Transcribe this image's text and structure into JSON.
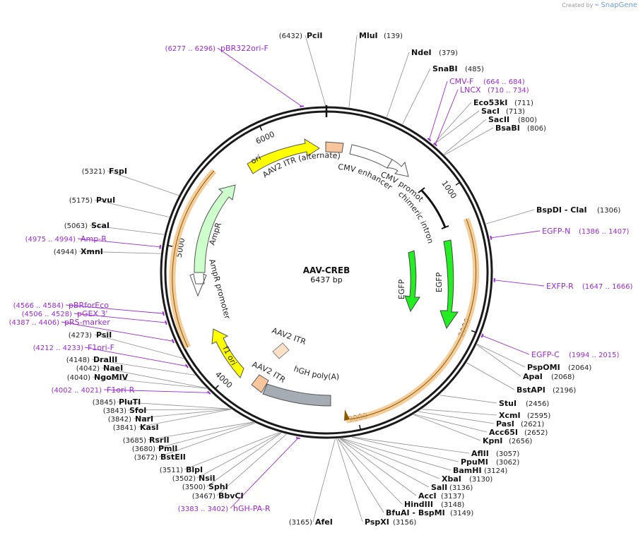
{
  "credit": {
    "prefix": "Created by",
    "brand": "SnapGene"
  },
  "plasmid": {
    "name": "AAV-CREB",
    "size_label": "6437 bp",
    "length": 6437
  },
  "ticks": [
    {
      "pos": 1000,
      "label": "1000"
    },
    {
      "pos": 2000,
      "label": "2000"
    },
    {
      "pos": 3000,
      "label": "3000"
    },
    {
      "pos": 4000,
      "label": "4000"
    },
    {
      "pos": 5000,
      "label": "5000"
    },
    {
      "pos": 6000,
      "label": "6000"
    }
  ],
  "sites": [
    {
      "name": "PciI",
      "pos": "(6432)",
      "bp": 6432
    },
    {
      "name": "MluI",
      "pos": "(139)",
      "bp": 139
    },
    {
      "name": "NdeI",
      "pos": "(379)",
      "bp": 379
    },
    {
      "name": "SnaBI",
      "pos": "(485)",
      "bp": 485
    },
    {
      "name": "Eco53kI",
      "pos": "(711)",
      "bp": 711
    },
    {
      "name": "SacI",
      "pos": "(713)",
      "bp": 713
    },
    {
      "name": "SacII",
      "pos": "(800)",
      "bp": 800
    },
    {
      "name": "BsaBI",
      "pos": "(806)",
      "bp": 806
    },
    {
      "name": "BspDI - ClaI",
      "pos": "(1306)",
      "bp": 1306
    },
    {
      "name": "PspOMI",
      "pos": "(2064)",
      "bp": 2064
    },
    {
      "name": "ApaI",
      "pos": "(2068)",
      "bp": 2068
    },
    {
      "name": "BstAPI",
      "pos": "(2196)",
      "bp": 2196
    },
    {
      "name": "StuI",
      "pos": "(2456)",
      "bp": 2456
    },
    {
      "name": "XcmI",
      "pos": "(2595)",
      "bp": 2595
    },
    {
      "name": "PasI",
      "pos": "(2621)",
      "bp": 2621
    },
    {
      "name": "Acc65I",
      "pos": "(2652)",
      "bp": 2652
    },
    {
      "name": "KpnI",
      "pos": "(2656)",
      "bp": 2656
    },
    {
      "name": "AflII",
      "pos": "(3057)",
      "bp": 3057
    },
    {
      "name": "PpuMI",
      "pos": "(3062)",
      "bp": 3062
    },
    {
      "name": "BamHI",
      "pos": "(3124)",
      "bp": 3124
    },
    {
      "name": "XbaI",
      "pos": "(3130)",
      "bp": 3130
    },
    {
      "name": "SalI",
      "pos": "(3136)",
      "bp": 3136
    },
    {
      "name": "AccI",
      "pos": "(3137)",
      "bp": 3137
    },
    {
      "name": "HindIII",
      "pos": "(3148)",
      "bp": 3148
    },
    {
      "name": "BfuAI - BspMI",
      "pos": "(3149)",
      "bp": 3149
    },
    {
      "name": "PspXI",
      "pos": "(3156)",
      "bp": 3156
    },
    {
      "name": "AfeI",
      "pos": "(3165)",
      "bp": 3165
    },
    {
      "name": "BbvCI",
      "pos": "(3467)",
      "bp": 3467
    },
    {
      "name": "SphI",
      "pos": "(3500)",
      "bp": 3500
    },
    {
      "name": "NsiI",
      "pos": "(3502)",
      "bp": 3502
    },
    {
      "name": "BlpI",
      "pos": "(3511)",
      "bp": 3511
    },
    {
      "name": "BstEII",
      "pos": "(3672)",
      "bp": 3672
    },
    {
      "name": "PmlI",
      "pos": "(3680)",
      "bp": 3680
    },
    {
      "name": "RsrII",
      "pos": "(3685)",
      "bp": 3685
    },
    {
      "name": "KasI",
      "pos": "(3841)",
      "bp": 3841
    },
    {
      "name": "NarI",
      "pos": "(3842)",
      "bp": 3842
    },
    {
      "name": "SfoI",
      "pos": "(3843)",
      "bp": 3843
    },
    {
      "name": "PluTI",
      "pos": "(3845)",
      "bp": 3845
    },
    {
      "name": "NgoMIV",
      "pos": "(4040)",
      "bp": 4040
    },
    {
      "name": "NaeI",
      "pos": "(4042)",
      "bp": 4042
    },
    {
      "name": "DraIII",
      "pos": "(4148)",
      "bp": 4148
    },
    {
      "name": "PsiI",
      "pos": "(4273)",
      "bp": 4273
    },
    {
      "name": "XmnI",
      "pos": "(4944)",
      "bp": 4944
    },
    {
      "name": "ScaI",
      "pos": "(5063)",
      "bp": 5063
    },
    {
      "name": "PvuI",
      "pos": "(5175)",
      "bp": 5175
    },
    {
      "name": "FspI",
      "pos": "(5321)",
      "bp": 5321
    }
  ],
  "primers": [
    {
      "name": "pBR322ori-F",
      "pos": "(6277 .. 6296)",
      "bp": 6286
    },
    {
      "name": "CMV-F",
      "pos": "(664 .. 684)",
      "bp": 674
    },
    {
      "name": "LNCX",
      "pos": "(710 .. 734)",
      "bp": 722
    },
    {
      "name": "EGFP-N",
      "pos": "(1386 .. 1407)",
      "bp": 1396
    },
    {
      "name": "EXFP-R",
      "pos": "(1647 .. 1666)",
      "bp": 1656
    },
    {
      "name": "EGFP-C",
      "pos": "(1994 .. 2015)",
      "bp": 2004
    },
    {
      "name": "hGH-PA-R",
      "pos": "(3383 .. 3402)",
      "bp": 3392
    },
    {
      "name": "F1ori-R",
      "pos": "(4002 .. 4021)",
      "bp": 4011
    },
    {
      "name": "F1ori-F",
      "pos": "(4212 .. 4233)",
      "bp": 4222
    },
    {
      "name": "pRS-marker",
      "pos": "(4387 .. 4406)",
      "bp": 4396
    },
    {
      "name": "pGEX 3'",
      "pos": "(4506 .. 4528)",
      "bp": 4517
    },
    {
      "name": "pBRforEco",
      "pos": "(4566 .. 4584)",
      "bp": 4575
    },
    {
      "name": "Amp-R",
      "pos": "(4975 .. 4994)",
      "bp": 4984
    }
  ],
  "features": [
    {
      "name": "AAV2 ITR (alternate)"
    },
    {
      "name": "CMV enhancer"
    },
    {
      "name": "CMV promoter"
    },
    {
      "name": "chimeric intron"
    },
    {
      "name": "EGFP"
    },
    {
      "name": "EGFP"
    },
    {
      "name": "hGH poly(A) signal"
    },
    {
      "name": "AAV2 ITR"
    },
    {
      "name": "AAV2 ITR"
    },
    {
      "name": "f1 ori"
    },
    {
      "name": "AmpR promoter"
    },
    {
      "name": "AmpR"
    },
    {
      "name": "ori"
    }
  ],
  "colors": {
    "ori": "#ffff00",
    "itr": "#f9c59c",
    "itr_light": "#fde0c6",
    "egfp": "#22ee22",
    "ampr": "#ccffcc",
    "polyA": "#a6acb3",
    "orf_highlight": "#f2c48a",
    "primer": "#9a2bd4",
    "backbone": "#222222"
  }
}
